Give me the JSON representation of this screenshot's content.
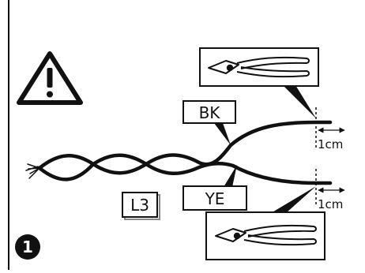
{
  "step": {
    "number": "1"
  },
  "labels": {
    "bk": "BK",
    "ye": "YE",
    "l3": "L3",
    "top_measure": "1cm",
    "bottom_measure": "1cm"
  },
  "icons": {
    "warning": "warning-triangle-icon",
    "cutter": "diagonal-cutter-icon"
  },
  "colors": {
    "ink": "#111111",
    "paper": "#ffffff"
  }
}
